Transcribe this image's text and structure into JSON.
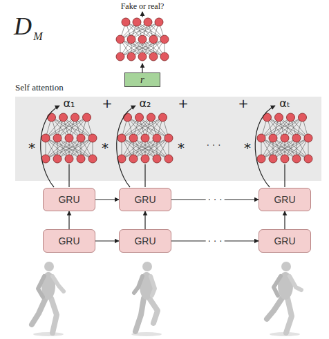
{
  "diagram": {
    "nodes": [
      {
        "text": [
          "Self attention"
        ]
      },
      {
        "text": [
          "r"
        ]
      },
      {
        "text": [
          "GRU"
        ]
      },
      {
        "text": [
          "GRU"
        ]
      },
      {
        "text": [
          "GRU"
        ]
      },
      {
        "text": [
          "GRU"
        ]
      },
      {
        "text": [
          "GRU"
        ]
      },
      {
        "text": [
          "GRU"
        ]
      }
    ],
    "edges": [
      {
        "from": 5,
        "to": 2,
        "arrow": "to"
      },
      {
        "from": 6,
        "to": 3,
        "arrow": "to"
      },
      {
        "from": 7,
        "to": 4,
        "arrow": "to"
      },
      {
        "from": 2,
        "to": 3,
        "arrow": "to"
      },
      {
        "from": 3,
        "to": 4,
        "label": "· · ·",
        "arrow": "to"
      },
      {
        "from": 5,
        "to": 6,
        "arrow": "to"
      },
      {
        "from": 6,
        "to": 7,
        "label": "· · ·",
        "arrow": "to"
      }
    ],
    "labels": [
      "D",
      "M",
      "Fake or real?",
      "α₁",
      "+",
      "α₂",
      "+",
      "+",
      "αₜ",
      "*",
      "*",
      "*",
      "· · ·",
      "*"
    ]
  }
}
